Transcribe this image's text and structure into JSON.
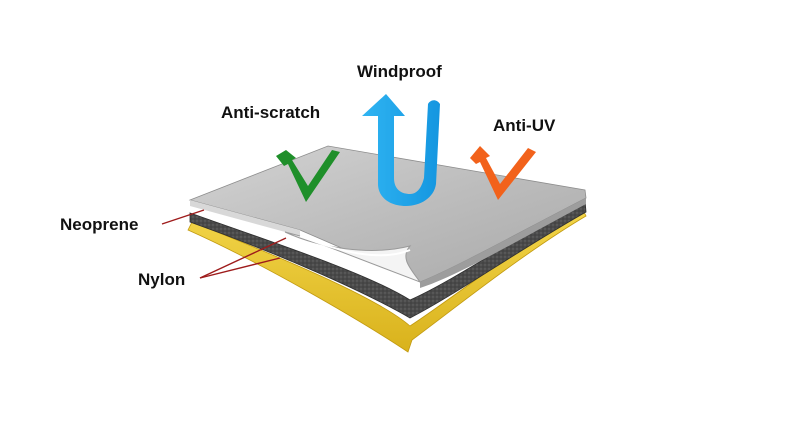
{
  "labels": {
    "windproof": "Windproof",
    "anti_scratch": "Anti-scratch",
    "anti_uv": "Anti-UV",
    "neoprene": "Neoprene",
    "nylon": "Nylon"
  },
  "colors": {
    "windproof_arrow": "#1ea7ee",
    "anti_scratch_check": "#1f8f2a",
    "anti_uv_check": "#f2621b",
    "leader_line": "#9e1b1b",
    "top_nylon_layer": "#bcbcbc",
    "neoprene_layer": "#4a4a4a",
    "bottom_nylon_layer": "#e8c530",
    "label_text": "#111111"
  },
  "icons": {
    "windproof": "u-turn-arrow-icon",
    "anti_scratch": "check-arrow-icon",
    "anti_uv": "check-arrow-icon"
  }
}
